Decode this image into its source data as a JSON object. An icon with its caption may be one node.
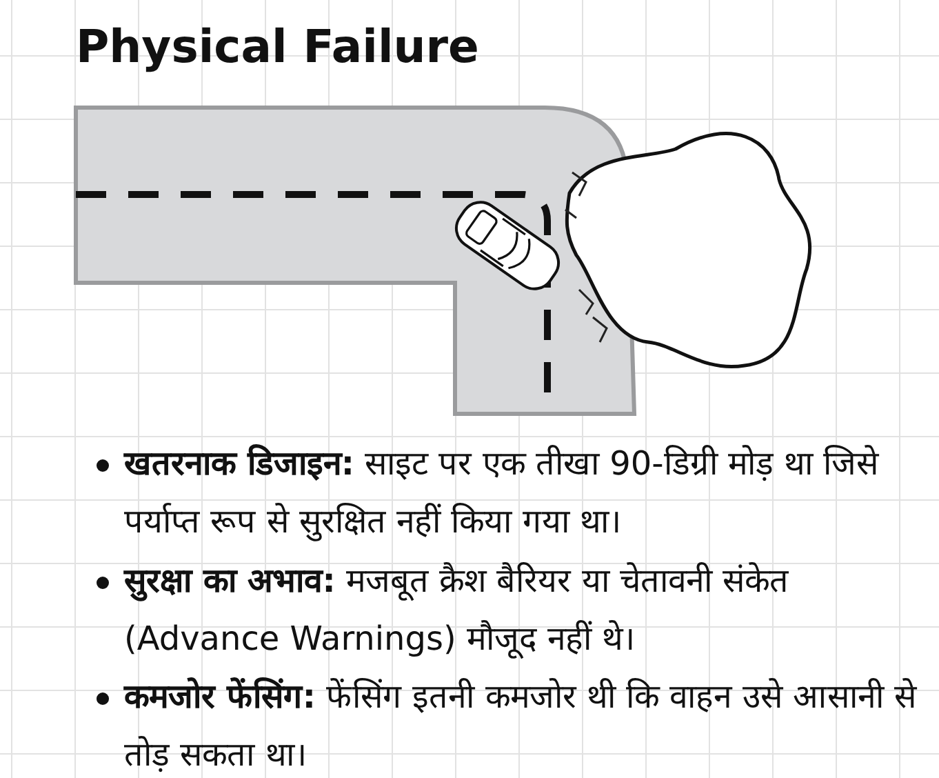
{
  "diagram": {
    "title": "Physical Failure",
    "labels": [
      "**खतरनाक डिजाइन:** साइट पर एक तीखा 90-डिग्री मोड़ था जिसे पर्याप्त रूप से सुरक्षित नहीं किया गया था।",
      "**सुरक्षा का अभाव:** मजबूत क्रैश बैरियर या चेतावनी संकेत (Advance Warnings) मौजूद नहीं थे।",
      "**कमजोर फेंसिंग:** फेंसिंग इतनी कमजोर थी कि वाहन उसे आसानी से तोड़ सकता था।"
    ]
  }
}
